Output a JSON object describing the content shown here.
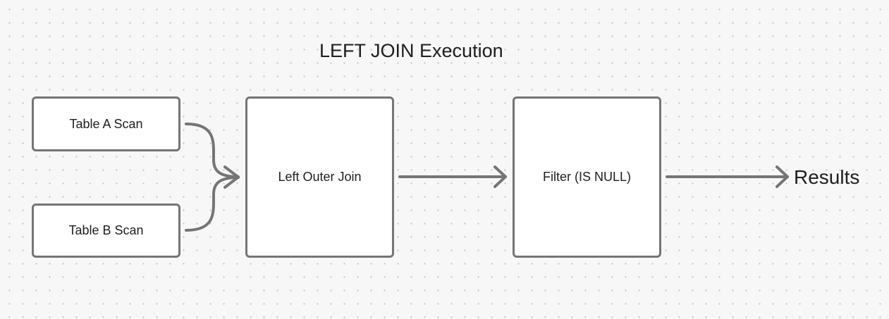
{
  "diagram": {
    "title": "LEFT JOIN Execution",
    "nodes": {
      "table_a_scan": "Table A Scan",
      "table_b_scan": "Table B Scan",
      "left_outer_join": "Left Outer Join",
      "filter": "Filter (IS NULL)"
    },
    "output_label": "Results"
  },
  "colors": {
    "background": "#f7f7f7",
    "node_border": "#757575",
    "node_fill": "#ffffff",
    "edge": "#757575",
    "text": "#1e1e1e"
  }
}
